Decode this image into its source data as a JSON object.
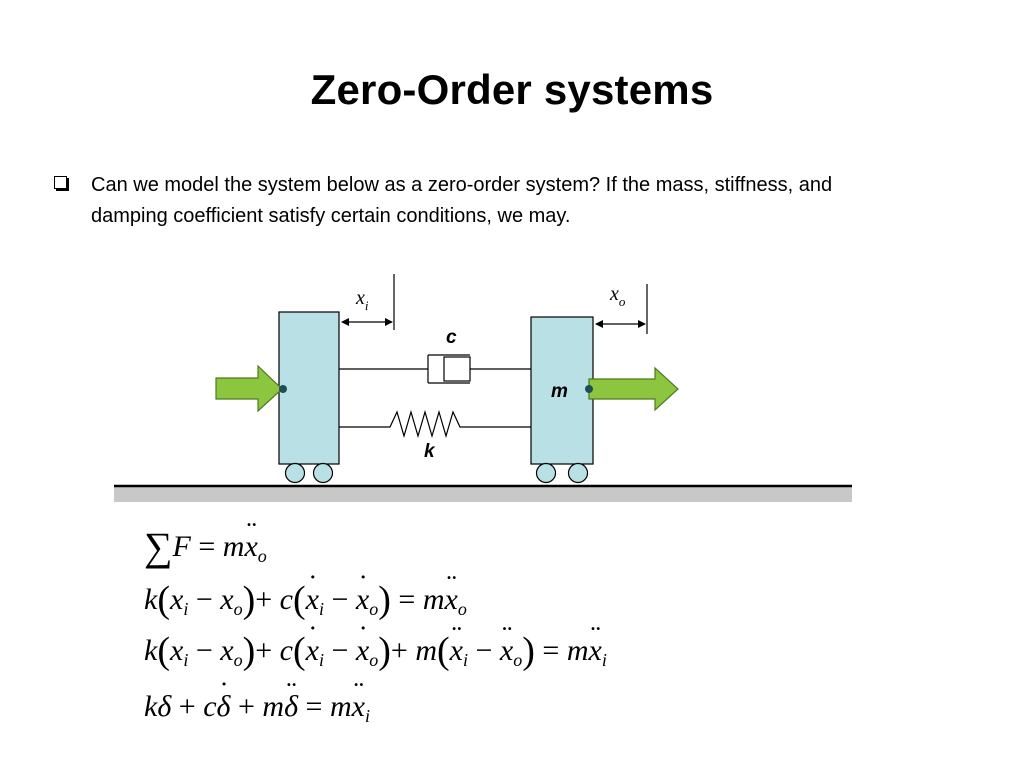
{
  "slide": {
    "title": "Zero-Order systems",
    "bullet_text": "Can we model the system below as a zero-order system? If the mass, stiffness, and damping coefficient satisfy certain conditions, we may."
  },
  "diagram": {
    "labels": {
      "xi_base": "x",
      "xi_sub": "i",
      "xo_base": "x",
      "xo_sub": "o",
      "damper": "c",
      "spring": "k",
      "mass": "m"
    },
    "colors": {
      "block_fill": "#b9e0e4",
      "arrow_fill": "#8cc63f",
      "arrow_stroke": "#4e7a1e",
      "ground": "#c8c8c8"
    }
  },
  "equations": [
    "∑F = mẍ_o",
    "k(x_i − x_o) + c(ẋ_i − ẋ_o) = mẍ_o",
    "k(x_i − x_o) + c(ẋ_i − ẋ_o) + m(ẍ_i − ẍ_o) = mẍ_i",
    "kδ + cδ̇ + mδ̈ = mẍ_i"
  ]
}
